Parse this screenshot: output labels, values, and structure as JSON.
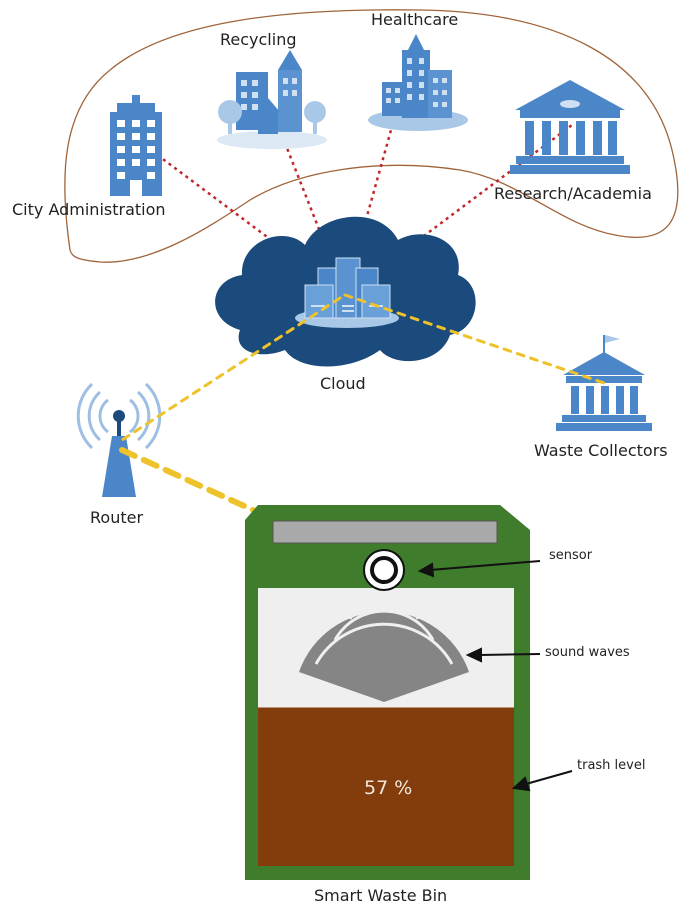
{
  "stakeholders": {
    "recycling": "Recycling",
    "healthcare": "Healthcare",
    "city_admin": "City Administration",
    "research": "Research/Academia"
  },
  "network": {
    "cloud": "Cloud",
    "router": "Router",
    "waste_collectors": "Waste Collectors"
  },
  "bin": {
    "title": "Smart Waste Bin",
    "sensor_label": "sensor",
    "waves_label": "sound waves",
    "trash_label": "trash level",
    "fill_percent_text": "57 %",
    "fill_level": 0.57
  },
  "colors": {
    "icon_blue": "#4a86c8",
    "icon_light": "#cfe0f2",
    "cloud": "#1b4a7c",
    "link_red": "#c0282b",
    "link_yellow": "#eec22a",
    "bin_green": "#3f7d2c",
    "trash_brown": "#833c0b",
    "wave_gray": "#858585",
    "outline": "#a0643a"
  },
  "icons": [
    "city-building-icon",
    "recycling-city-icon",
    "healthcare-building-icon",
    "academia-building-icon",
    "cloud-server-icon",
    "router-tower-icon",
    "waste-collector-building-icon",
    "ultrasonic-sensor-icon"
  ]
}
